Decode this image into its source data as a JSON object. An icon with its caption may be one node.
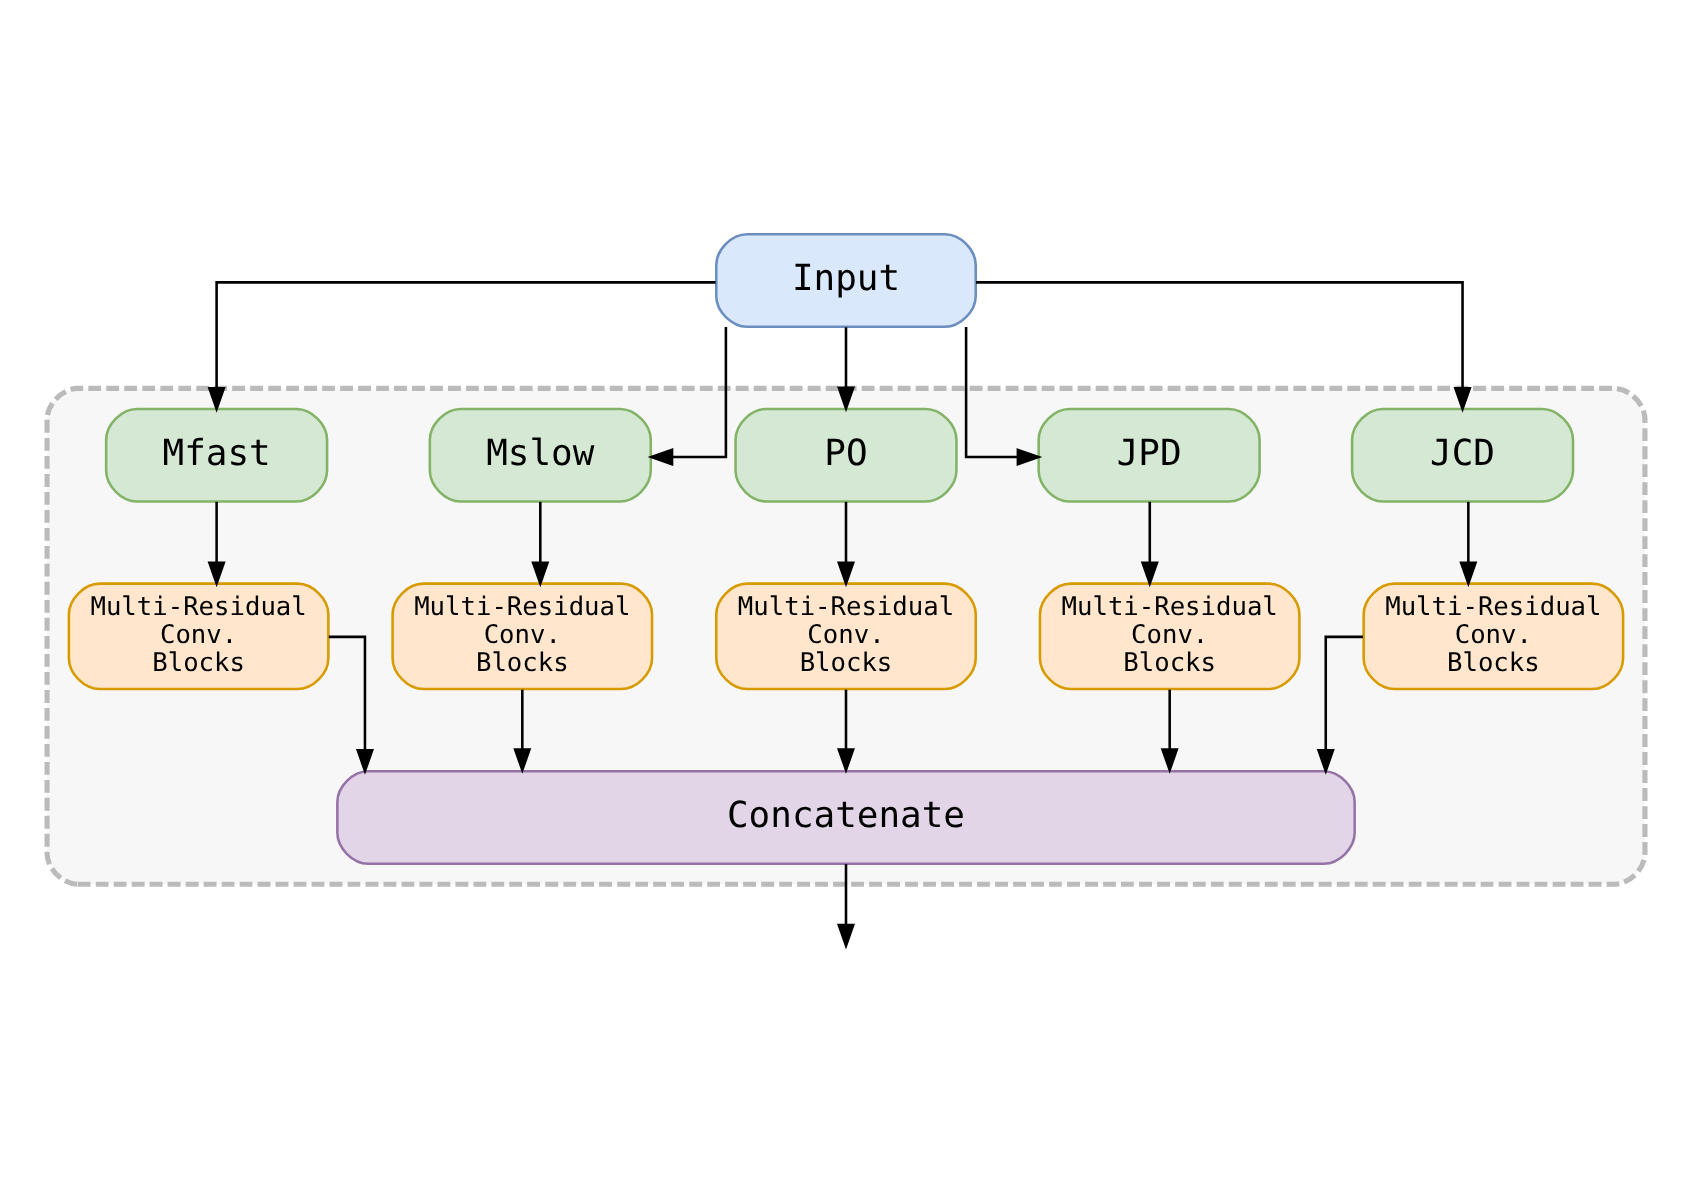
{
  "diagram": {
    "nodes": [
      {
        "text": [
          "Input"
        ]
      },
      {
        "text": [],
        "shape": "box"
      },
      {
        "text": [
          "JCD"
        ],
        "in": 1
      },
      {
        "text": [
          "JPD"
        ],
        "in": 1
      },
      {
        "text": [
          "PO"
        ],
        "in": 1
      },
      {
        "text": [
          "Mslow"
        ],
        "in": 1
      },
      {
        "text": [
          "Mfast"
        ],
        "in": 1
      },
      {
        "text": [
          "Multi-Residual Conv. Blocks"
        ],
        "in": 1
      },
      {
        "text": [
          "Multi-Residual Conv. Blocks"
        ],
        "in": 1
      },
      {
        "text": [
          "Multi-Residual Conv. Blocks"
        ],
        "in": 1
      },
      {
        "text": [
          "Multi-Residual Conv. Blocks"
        ],
        "in": 1
      },
      {
        "text": [
          "Multi-Residual Conv. Blocks"
        ],
        "in": 1
      },
      {
        "text": [
          "Concatenate"
        ],
        "in": 1
      }
    ],
    "edges": [
      {
        "from": 0,
        "to": 2,
        "arrow": "to"
      },
      {
        "from": 0,
        "to": 3,
        "arrow": "to"
      },
      {
        "from": 0,
        "to": 4,
        "arrow": "to"
      },
      {
        "from": 0,
        "to": 5,
        "arrow": "to"
      },
      {
        "from": 0,
        "to": 6,
        "arrow": "to"
      },
      {
        "from": 2,
        "to": 7,
        "arrow": "to"
      },
      {
        "from": 3,
        "to": 8,
        "arrow": "to"
      },
      {
        "from": 4,
        "to": 9,
        "arrow": "to"
      },
      {
        "from": 5,
        "to": 10,
        "arrow": "to"
      },
      {
        "from": 6,
        "to": 11,
        "arrow": "to"
      },
      {
        "from": 7,
        "to": 12,
        "arrow": "to"
      },
      {
        "from": 8,
        "to": 12,
        "arrow": "to"
      },
      {
        "from": 9,
        "to": 12,
        "arrow": "to"
      },
      {
        "from": 10,
        "to": 12,
        "arrow": "to"
      },
      {
        "from": 11,
        "to": 12,
        "arrow": "to"
      },
      {
        "from": 12,
        "to": null,
        "arrow": "to"
      }
    ]
  }
}
